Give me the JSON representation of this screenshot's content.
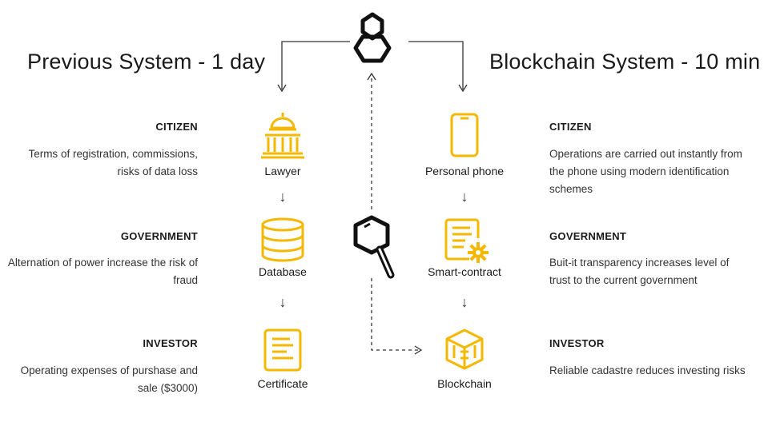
{
  "titles": {
    "previous": "Previous System - 1 day",
    "blockchain": "Blockchain System - 10 min"
  },
  "left_rows": [
    {
      "category": "CITIZEN",
      "description": "Terms of registration, commissions, risks of data loss"
    },
    {
      "category": "GOVERNMENT",
      "description": "Alternation of power increase the risk of fraud"
    },
    {
      "category": "INVESTOR",
      "description": "Operating expenses of purshase and sale ($3000)"
    }
  ],
  "right_rows": [
    {
      "category": "CITIZEN",
      "description": "Operations are carried out instantly from the phone using modern identification schemes"
    },
    {
      "category": "GOVERNMENT",
      "description": "Buit-it transparency increases level of trust to the current government"
    },
    {
      "category": "INVESTOR",
      "description": "Reliable cadastre reduces investing risks"
    }
  ],
  "left_nodes": [
    {
      "label": "Lawyer",
      "icon": "courthouse-icon"
    },
    {
      "label": "Database",
      "icon": "database-icon"
    },
    {
      "label": "Certificate",
      "icon": "certificate-icon"
    }
  ],
  "right_nodes": [
    {
      "label": "Personal phone",
      "icon": "phone-icon"
    },
    {
      "label": "Smart-contract",
      "icon": "smart-contract-icon"
    },
    {
      "label": "Blockchain",
      "icon": "blockchain-icon"
    }
  ],
  "flow_arrow": "↓",
  "colors": {
    "accent": "#F5B800",
    "ink": "#1a1a1a"
  }
}
